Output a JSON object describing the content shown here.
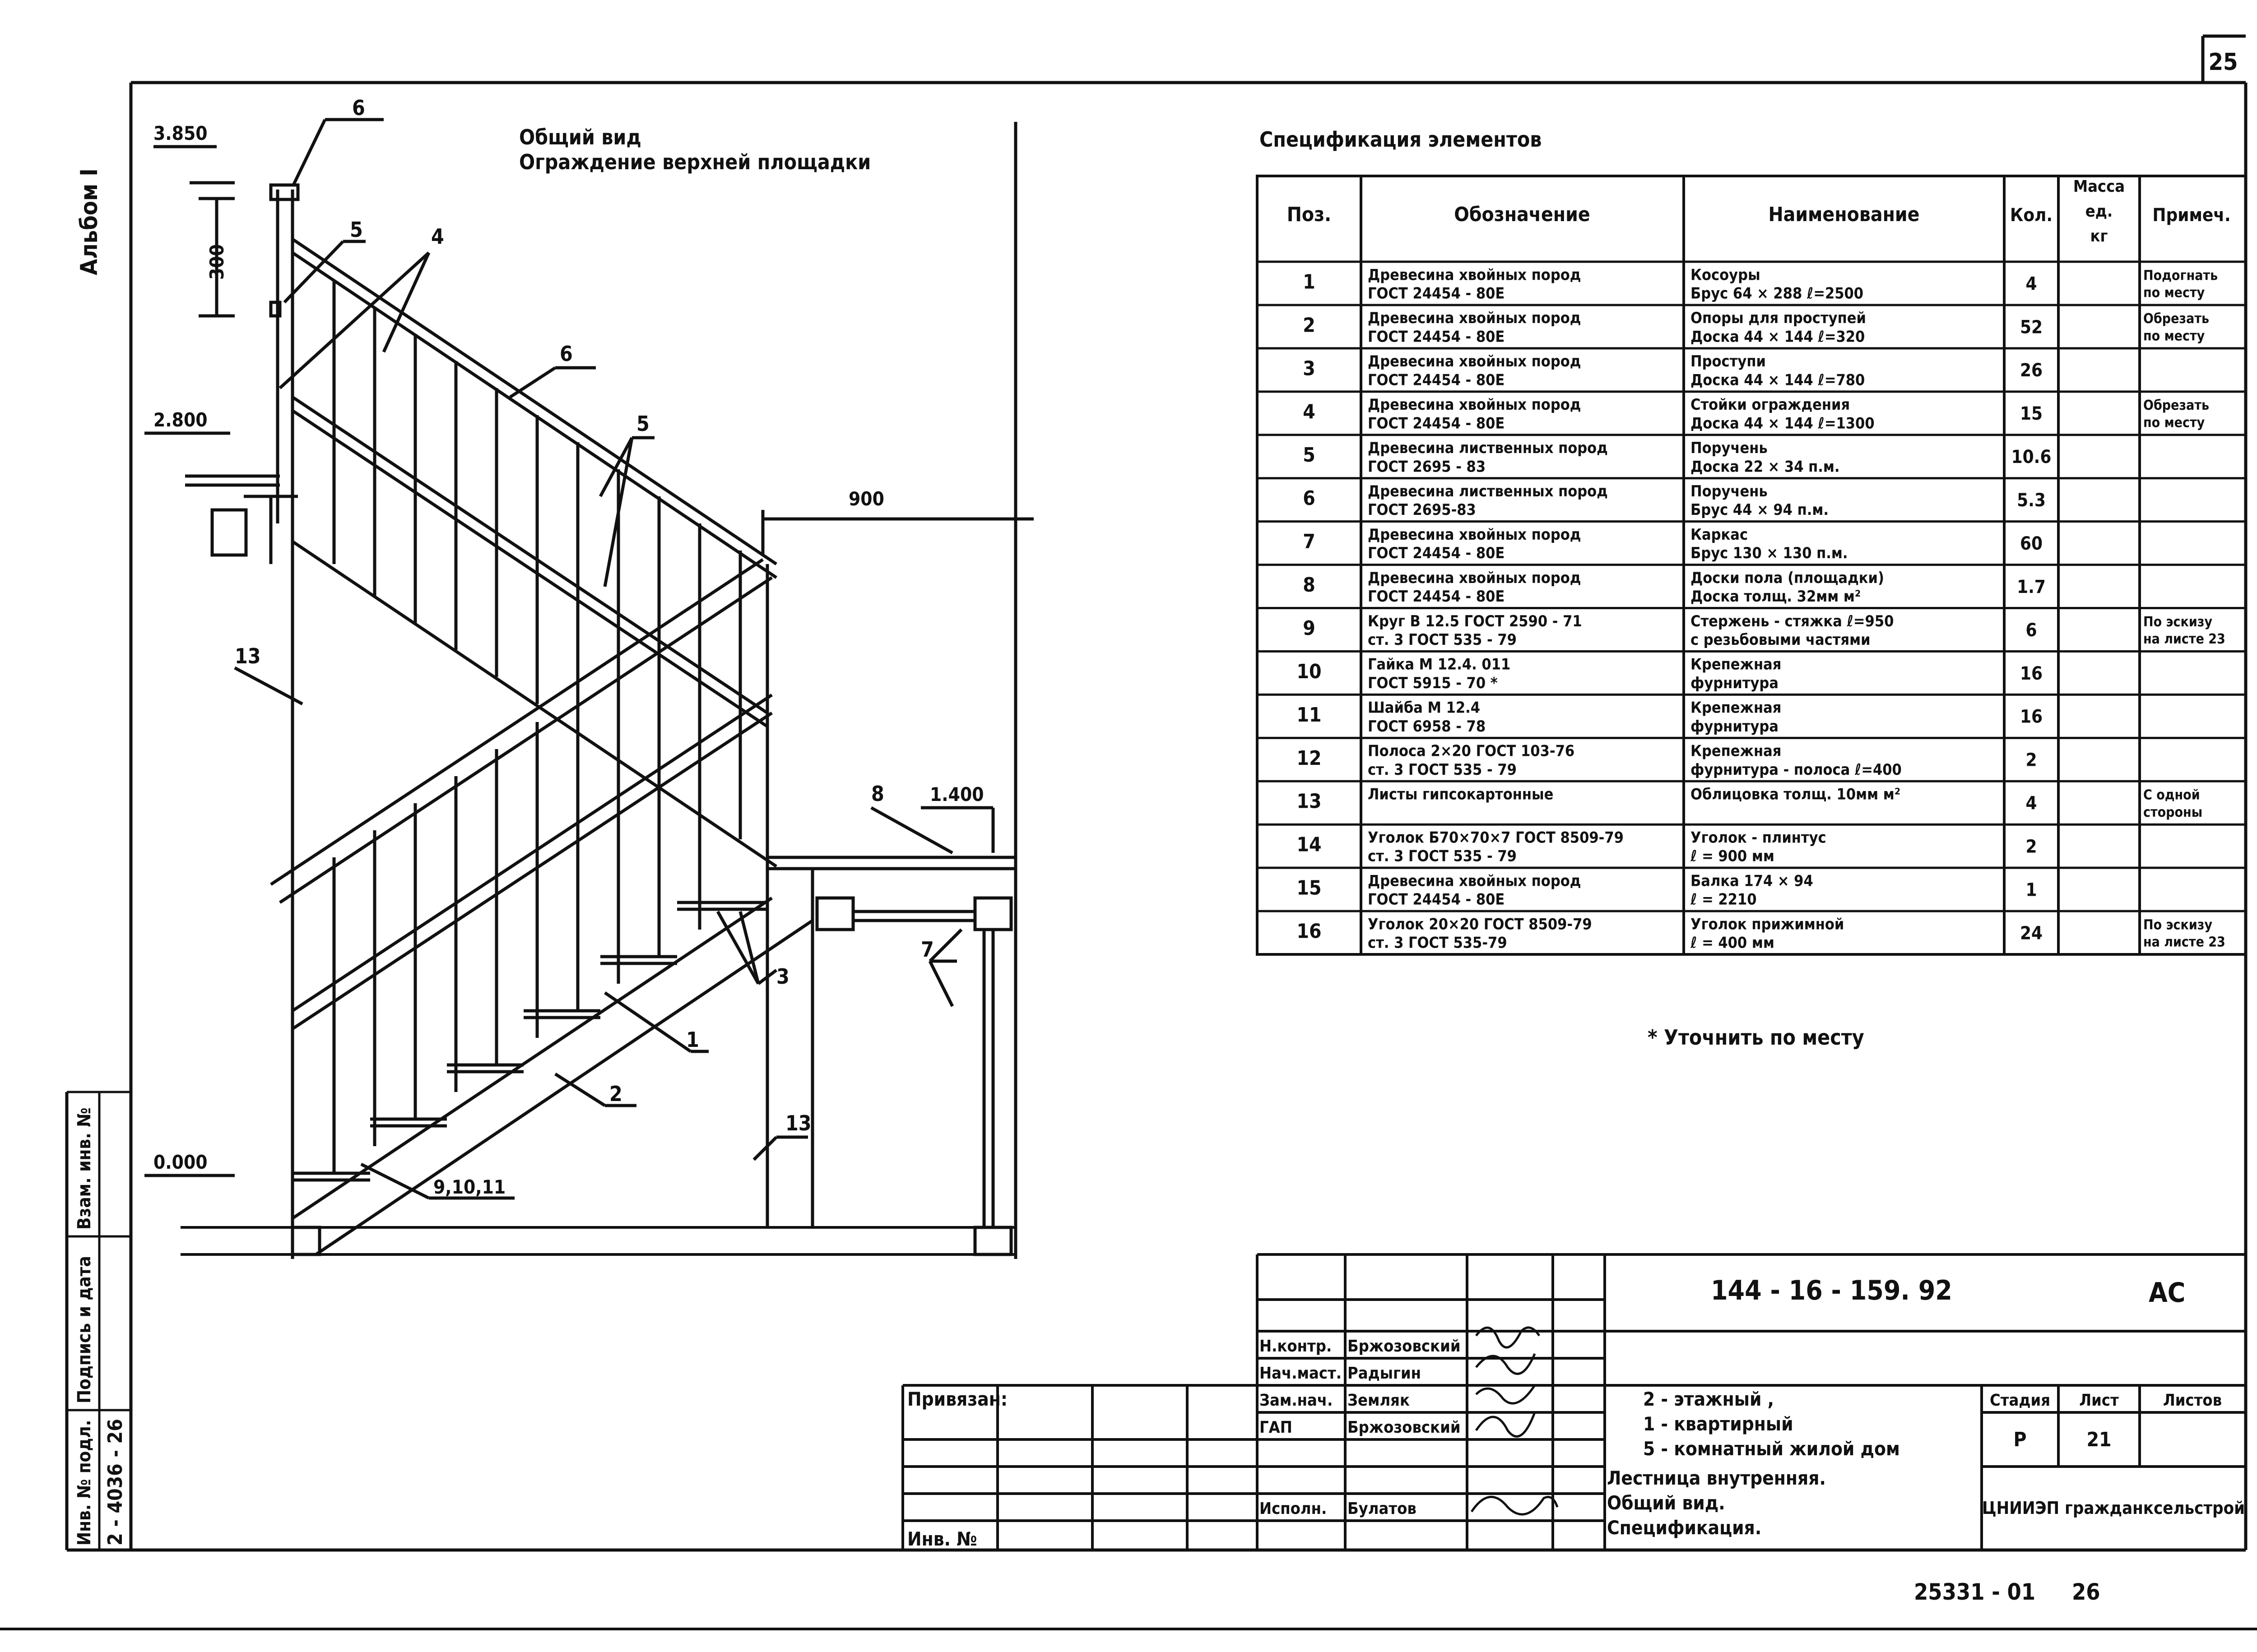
{
  "page_number": "25",
  "album_label": "Альбом I",
  "drawing": {
    "title_line1": "Общий вид",
    "title_line2": "Ограждение верхней площадки",
    "levels": {
      "top": "3.850",
      "upper": "2.800",
      "floor": "1.400",
      "ground": "0.000"
    },
    "dims": {
      "post_spacing": "300",
      "landing_width": "900"
    },
    "callouts": {
      "c6a": "6",
      "c5a": "5",
      "c4": "4",
      "c6b": "6",
      "c5b": "5",
      "c13a": "13",
      "c8": "8",
      "c7": "7",
      "c3": "3",
      "c1": "1",
      "c2": "2",
      "c13b": "13",
      "c91011": "9,10,11"
    }
  },
  "spec": {
    "title": "Спецификация элементов",
    "headers": {
      "pos": "Поз.",
      "designation": "Обозначение",
      "name": "Наименование",
      "qty": "Кол.",
      "mass": [
        "Масса",
        "ед.",
        "кг"
      ],
      "note": "Примеч."
    },
    "rows": [
      {
        "pos": "1",
        "d1": "Древесина хвойных пород",
        "d2": "ГОСТ 24454 - 80Е",
        "n1": "Косоуры",
        "n2": "Брус 64 × 288       ℓ=2500",
        "qty": "4",
        "note1": "Подогнать",
        "note2": "по месту"
      },
      {
        "pos": "2",
        "d1": "Древесина хвойных пород",
        "d2": "ГОСТ 24454 - 80Е",
        "n1": "Опоры для проступей",
        "n2": "Доска 44 × 144     ℓ=320",
        "qty": "52",
        "note1": "Обрезать",
        "note2": "по месту"
      },
      {
        "pos": "3",
        "d1": "Древесина хвойных пород",
        "d2": "ГОСТ 24454 - 80Е",
        "n1": "Проступи",
        "n2": "Доска 44 × 144     ℓ=780",
        "qty": "26",
        "note1": "",
        "note2": ""
      },
      {
        "pos": "4",
        "d1": "Древесина хвойных пород",
        "d2": "ГОСТ 24454 - 80Е",
        "n1": "Стойки ограждения",
        "n2": "Доска 44 × 144     ℓ=1300",
        "qty": "15",
        "note1": "Обрезать",
        "note2": "по месту"
      },
      {
        "pos": "5",
        "d1": "Древесина лиственных пород",
        "d2": "ГОСТ 2695 - 83",
        "n1": "Поручень",
        "n2": "Доска 22 × 34          п.м.",
        "qty": "10.6",
        "note1": "",
        "note2": ""
      },
      {
        "pos": "6",
        "d1": "Древесина лиственных пород",
        "d2": "ГОСТ 2695-83",
        "n1": "Поручень",
        "n2": "Брус 44 × 94          п.м.",
        "qty": "5.3",
        "note1": "",
        "note2": ""
      },
      {
        "pos": "7",
        "d1": "Древесина хвойных пород",
        "d2": "ГОСТ 24454 - 80Е",
        "n1": "Каркас",
        "n2": "Брус 130 × 130        п.м.",
        "qty": "60",
        "note1": "",
        "note2": ""
      },
      {
        "pos": "8",
        "d1": "Древесина хвойных пород",
        "d2": "ГОСТ 24454 - 80Е",
        "n1": "Доски пола (площадки)",
        "n2": "Доска толщ. 32мм        м²",
        "qty": "1.7",
        "note1": "",
        "note2": ""
      },
      {
        "pos": "9",
        "d1": "Круг В 12.5 ГОСТ 2590 - 71",
        "d2": "ст. 3  ГОСТ 535 - 79",
        "n1": "Стержень - стяжка  ℓ=950",
        "n2": "с резьбовыми частями",
        "qty": "6",
        "note1": "По эскизу",
        "note2": "на листе 23"
      },
      {
        "pos": "10",
        "d1": "Гайка М 12.4. 011",
        "d2": "ГОСТ 5915 - 70 *",
        "n1": "Крепежная",
        "n2": "фурнитура",
        "qty": "16",
        "note1": "",
        "note2": ""
      },
      {
        "pos": "11",
        "d1": "Шайба М 12.4",
        "d2": "ГОСТ 6958 - 78",
        "n1": "Крепежная",
        "n2": "фурнитура",
        "qty": "16",
        "note1": "",
        "note2": ""
      },
      {
        "pos": "12",
        "d1": "Полоса 2×20 ГОСТ 103-76",
        "d2": "ст. 3  ГОСТ 535 - 79",
        "n1": "Крепежная",
        "n2": "фурнитура - полоса  ℓ=400",
        "qty": "2",
        "note1": "",
        "note2": ""
      },
      {
        "pos": "13",
        "d1": "Листы гипсокартонные",
        "d2": "",
        "n1": "Облицовка толщ. 10мм   м²",
        "n2": "",
        "qty": "4",
        "note1": "С одной",
        "note2": "стороны"
      },
      {
        "pos": "14",
        "d1": "Уголок Б70×70×7 ГОСТ 8509-79",
        "d2": "ст. 3  ГОСТ 535 - 79",
        "n1": "Уголок - плинтус",
        "n2": "ℓ = 900 мм",
        "qty": "2",
        "note1": "",
        "note2": ""
      },
      {
        "pos": "15",
        "d1": "Древесина хвойных пород",
        "d2": "ГОСТ 24454 - 80Е",
        "n1": "Балка  174 × 94",
        "n2": "ℓ = 2210",
        "qty": "1",
        "note1": "",
        "note2": ""
      },
      {
        "pos": "16",
        "d1": "Уголок 20×20  ГОСТ 8509-79",
        "d2": "ст. 3  ГОСТ 535-79",
        "n1": "Уголок прижимной",
        "n2": "ℓ = 400 мм",
        "qty": "24",
        "note1": "По эскизу",
        "note2": "на листе 23"
      }
    ],
    "footnote": "* Уточнить по месту"
  },
  "stamp": {
    "code": "144 - 16 - 159. 92",
    "section": "АС",
    "roles": [
      {
        "role": "Н.контр.",
        "name": "Бржозовский"
      },
      {
        "role": "Нач.маст.",
        "name": "Радыгин"
      },
      {
        "role": "Зам.нач.",
        "name": "Земляк"
      },
      {
        "role": "ГАП",
        "name": "Бржозовский"
      },
      {
        "role": "Исполн.",
        "name": "Булатов"
      }
    ],
    "project_line1": "2 - этажный ,",
    "project_line2": "1 - квартирный",
    "project_line3": "5 - комнатный жилой дом",
    "sheet_title1": "Лестница внутренняя.",
    "sheet_title2": "Общий вид.",
    "sheet_title3": "Спецификация.",
    "stage_label": "Стадия",
    "sheet_label": "Лист",
    "sheets_label": "Листов",
    "stage": "Р",
    "sheet": "21",
    "organization": "ЦНИИЭП гражданксельстрой",
    "bound_label": "Привязан:",
    "inv_label": "Инв. №"
  },
  "side_stamp": {
    "vzam": "Взам. инв. №",
    "podpis": "Подпись и дата",
    "inv_podl": "Инв. № подл.",
    "inv_value": "2 - 4036 - 26"
  },
  "bottom_code": "25331 - 01",
  "bottom_page": "26"
}
